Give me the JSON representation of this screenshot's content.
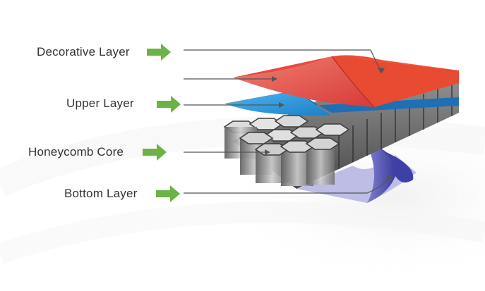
{
  "diagram": {
    "labels": {
      "decorative": "Decorative Layer",
      "upper": "Upper Layer",
      "core": "Honeycomb Core",
      "bottom": "Bottom Layer"
    },
    "colors": {
      "arrow": "#6ab344",
      "label_text": "#333333",
      "leader_line": "#555555",
      "decorative_start": "#e33b3b",
      "decorative_end": "#f06a4a",
      "upper_layer": "#2aa0e0",
      "core": "#8a8a8a",
      "bottom_layer": "#5a5ab8"
    }
  }
}
